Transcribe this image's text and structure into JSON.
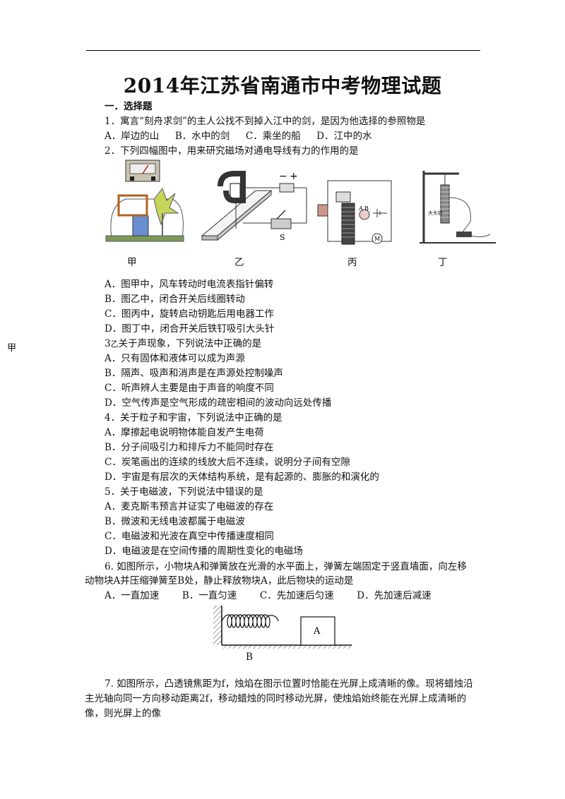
{
  "title": "2014年江苏省南通市中考物理试题",
  "section": "一．选择题",
  "side_label": "甲",
  "q1": {
    "stem": "1．寓言“刻舟求剑”的主人公找不到掉入江中的剑，是因为他选择的参照物是",
    "options": [
      "A．岸边的山",
      "B．水中的剑",
      "C．乘坐的船",
      "D．江中的水"
    ]
  },
  "q2": {
    "stem": "2．下列四幅图中，用来研究磁场对通电导线有力的作用的是",
    "captions": [
      "甲",
      "乙",
      "丙",
      "丁"
    ],
    "fig_labels": {
      "minus": "−",
      "plus": "+",
      "switch": "S",
      "a": "A",
      "b": "B",
      "motor": "M",
      "nail": "大头针"
    },
    "options": [
      "A．图甲中，风车转动时电流表指针偏转",
      "B．图乙中，闭合开关后线圈转动",
      "C．图丙中，旋转启动钥匙后用电器工作",
      "D．图丁中，闭合开关后铁钉吸引大头针"
    ]
  },
  "q3": {
    "num": "3",
    "stray": "乙",
    "stem_rest": "关于声现象，下列说法中正确的是",
    "options": [
      "A．只有固体和液体可以成为声源",
      "B．隔声、吸声和消声是在声源处控制噪声",
      "C．听声辨人主要是由于声音的响度不同",
      "D．空气传声是空气形成的疏密相间的波动向远处传播"
    ]
  },
  "q4": {
    "stem": "4．关于粒子和宇宙，下列说法中正确的是",
    "options": [
      "A．摩擦起电说明物体能自发产生电荷",
      "B．分子间吸引力和排斥力不能同时存在",
      "C．炭笔画出的连续的线放大后不连续，说明分子间有空隙",
      "D．宇宙是有层次的天体结构系统，是有起源的、膨胀的和演化的"
    ]
  },
  "q5": {
    "stem": "5．关于电磁波，下列说法中错误的是",
    "options": [
      "A．麦克斯韦预言并证实了电磁波的存在",
      "B．微波和无线电波都属于电磁波",
      "C．电磁波和光波在真空中传播速度相同",
      "D．电磁波是在空间传播的周期性变化的电磁场"
    ]
  },
  "q6": {
    "line1": "6. 如图所示，小物块A和弹簧放在光滑的水平面上，弹簧左端固定于竖直墙面，向左移",
    "line2": "动物块A并压缩弹簧至B处，静止释放物块A，此后物块的运动是",
    "options": [
      "A．一直加速",
      "B．一直匀速",
      "C．先加速后匀速",
      "D．先加速后减速"
    ],
    "block_label": "A",
    "point_label": "B"
  },
  "q7": {
    "line1": "7. 如图所示，凸透镜焦距为f，烛焰在图示位置时恰能在光屏上成清晰的像。现将蜡烛沿",
    "line2": "主光轴向同一方向移动距离2f，移动蜡烛的同时移动光屏，使烛焰始终能在光屏上成清晰的",
    "line3": "像，则光屏上的像"
  }
}
